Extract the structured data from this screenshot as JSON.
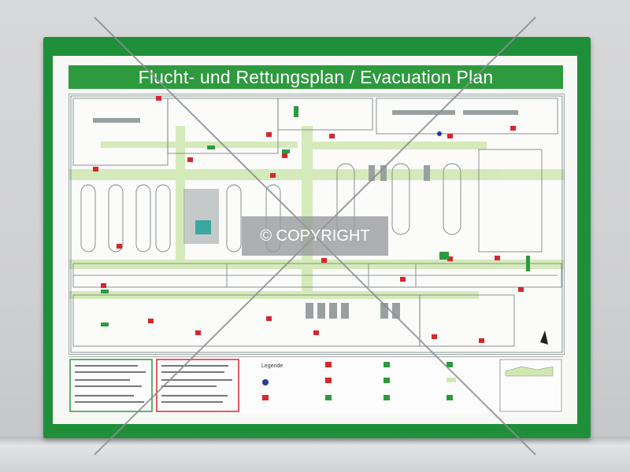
{
  "poster": {
    "title": "Flucht- und Rettungsplan  /  Evacuation Plan",
    "legend_title": "Legende"
  },
  "watermark": {
    "text": "© COPYRIGHT"
  },
  "colors": {
    "frame": "#1f8f3a",
    "title_bar": "#2e9a3e",
    "escape_route": "#cfe8b0",
    "sign_red": "#d8262d"
  }
}
